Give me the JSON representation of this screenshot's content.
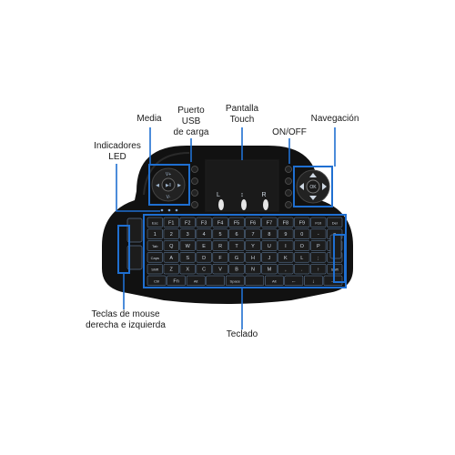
{
  "labels": {
    "media": "Media",
    "usb_line1": "Puerto",
    "usb_line2": "USB",
    "usb_line3": "de carga",
    "touch_line1": "Pantalla",
    "touch_line2": "Touch",
    "onoff": "ON/OFF",
    "nav": "Navegación",
    "led_line1": "Indicadores",
    "led_line2": "LED",
    "mouse_line1": "Teclas de mouse",
    "mouse_line2": "derecha e izquierda",
    "keyboard": "Teclado"
  },
  "touchpad": {
    "left": "L",
    "scroll": "↕",
    "right": "R"
  },
  "dpad": {
    "center": "OK"
  },
  "keyboard_rows": [
    [
      "Esc",
      "F1",
      "F2",
      "F3",
      "F4",
      "F5",
      "F6",
      "F7",
      "F8",
      "F9",
      "F10",
      "Del"
    ],
    [
      "1",
      "2",
      "3",
      "4",
      "5",
      "6",
      "7",
      "8",
      "9",
      "0",
      "-",
      "="
    ],
    [
      "Tab",
      "Q",
      "W",
      "E",
      "R",
      "T",
      "Y",
      "U",
      "I",
      "O",
      "P",
      "⌫"
    ],
    [
      "Caps",
      "A",
      "S",
      "D",
      "F",
      "G",
      "H",
      "J",
      "K",
      "L",
      ";",
      "↵"
    ],
    [
      "Shift",
      "Z",
      "X",
      "C",
      "V",
      "B",
      "N",
      "M",
      ",",
      ".",
      "↑",
      "Shift"
    ],
    [
      "Ctrl",
      "Fn",
      "Alt",
      "",
      "Space",
      "",
      "Alt",
      "←",
      "↓",
      "→"
    ]
  ],
  "colors": {
    "accent": "#1f6fd1",
    "body": "#111111",
    "key": "#1c1c1c",
    "key_text": "#cfd8e3"
  }
}
